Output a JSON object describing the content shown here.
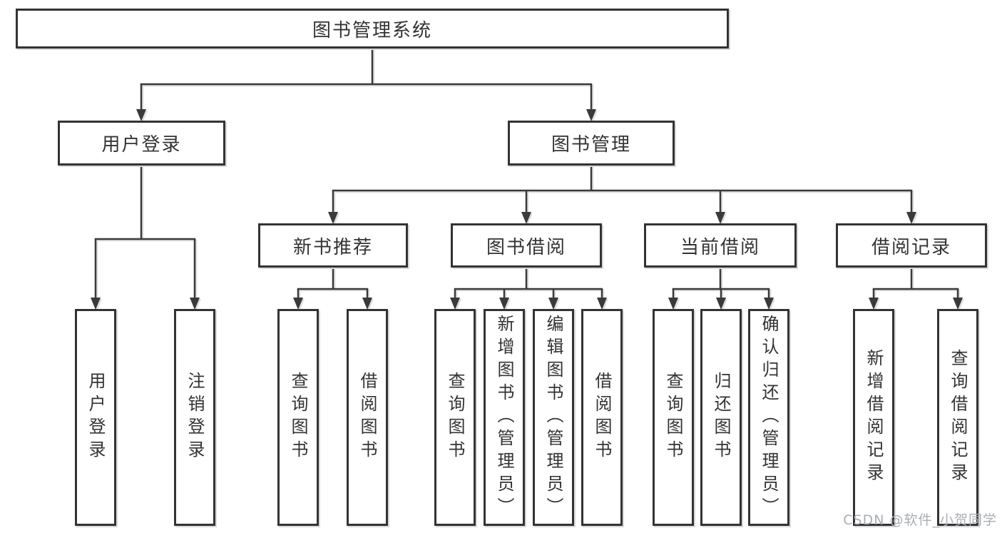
{
  "diagram_title": "图书管理系统",
  "nodes": {
    "root": {
      "label": "图书管理系统"
    },
    "user_login": {
      "label": "用户登录"
    },
    "book_mgmt": {
      "label": "图书管理"
    },
    "new_book_rec": {
      "label": "新书推荐"
    },
    "book_borrow": {
      "label": "图书借阅"
    },
    "current_borrow": {
      "label": "当前借阅"
    },
    "borrow_record": {
      "label": "借阅记录"
    },
    "leaf_user_login": {
      "label": "用户登录"
    },
    "leaf_logout": {
      "label": "注销登录"
    },
    "leaf_rec_query_books": {
      "label": "查询图书"
    },
    "leaf_rec_borrow_books": {
      "label": "借阅图书"
    },
    "leaf_bor_query_books": {
      "label": "查询图书"
    },
    "leaf_bor_add_books": {
      "label": "新增图书（管理员）"
    },
    "leaf_bor_edit_books": {
      "label": "编辑图书（管理员）"
    },
    "leaf_bor_borrow_books": {
      "label": "借阅图书"
    },
    "leaf_cur_query_books": {
      "label": "查询图书"
    },
    "leaf_cur_return_books": {
      "label": "归还图书"
    },
    "leaf_cur_confirm_return": {
      "label": "确认归还（管理员）"
    },
    "leaf_log_add_record": {
      "label": "新增借阅记录"
    },
    "leaf_log_query_record": {
      "label": "查询借阅记录"
    }
  },
  "watermark": "CSDN @软件_小贺同学"
}
